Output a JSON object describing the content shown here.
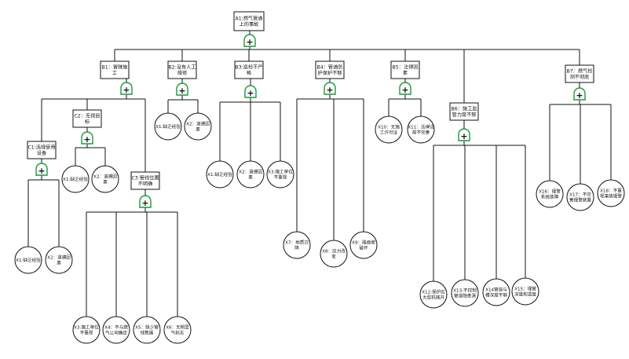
{
  "diagram": {
    "gate_symbol": "+",
    "gate_color": "#1a9a3a",
    "nodes": [
      {
        "id": "A1",
        "kind": "event",
        "label": [
          "A1:燃气管道",
          "上的事故"
        ]
      },
      {
        "id": "B1",
        "kind": "event",
        "label": [
          "B1：冒昧施",
          "工"
        ]
      },
      {
        "id": "B2",
        "kind": "event",
        "label": [
          "B2:没有人工",
          "维修"
        ]
      },
      {
        "id": "B3",
        "kind": "event",
        "label": [
          "B3:巡检不严",
          "格"
        ]
      },
      {
        "id": "B4",
        "kind": "event",
        "label": [
          "B4：管道防",
          "护保护不够"
        ]
      },
      {
        "id": "B5",
        "kind": "event",
        "label": [
          "B5：法律因",
          "素"
        ]
      },
      {
        "id": "B6",
        "kind": "event",
        "label": [
          "B6：施工监",
          "管力度不够"
        ]
      },
      {
        "id": "B7",
        "kind": "event",
        "label": [
          "B7：燃气检",
          "测不彻底"
        ]
      },
      {
        "id": "C1",
        "kind": "event",
        "label": [
          "C1:违规使用",
          "设备"
        ]
      },
      {
        "id": "C2",
        "kind": "event",
        "label": [
          "C2：无视目",
          "标"
        ]
      },
      {
        "id": "C3",
        "kind": "event",
        "label": [
          "C3:管线位置",
          "不明确"
        ]
      },
      {
        "id": "B2_X1",
        "kind": "leaf",
        "label": [
          "X1:缺乏经验"
        ]
      },
      {
        "id": "B2_X2",
        "kind": "leaf",
        "label": [
          "X2：道德因",
          "素"
        ]
      },
      {
        "id": "B3_X1",
        "kind": "leaf",
        "label": [
          "X1:缺乏经验"
        ]
      },
      {
        "id": "B3_X2",
        "kind": "leaf",
        "label": [
          "X2：道德因",
          "素"
        ]
      },
      {
        "id": "B3_X3",
        "kind": "leaf",
        "label": [
          "X3:施工单位",
          "不重视"
        ]
      },
      {
        "id": "X7",
        "kind": "leaf",
        "label": [
          "X7：地质沉",
          "降"
        ]
      },
      {
        "id": "X8",
        "kind": "leaf",
        "label": [
          "X8：应力改",
          "变"
        ]
      },
      {
        "id": "X9",
        "kind": "leaf",
        "label": [
          "X9：路面墩",
          "破坏"
        ]
      },
      {
        "id": "X10",
        "kind": "leaf",
        "label": [
          "X10：无施",
          "工许可证"
        ]
      },
      {
        "id": "X11",
        "kind": "leaf",
        "label": [
          "X11：法律法",
          "规不完善"
        ]
      },
      {
        "id": "X12",
        "kind": "leaf",
        "label": [
          "X12:保护区",
          "大型机械开"
        ]
      },
      {
        "id": "X13",
        "kind": "leaf",
        "label": [
          "X13:不控制",
          "管道隐患源"
        ]
      },
      {
        "id": "X14",
        "kind": "leaf",
        "label": [
          "X14管道与",
          "槽深度不够"
        ]
      },
      {
        "id": "X15",
        "kind": "leaf",
        "label": [
          "X15：埋管",
          "深度和温度"
        ]
      },
      {
        "id": "X16",
        "kind": "leaf",
        "label": [
          "X16：报警",
          "系统故障"
        ]
      },
      {
        "id": "X17",
        "kind": "leaf",
        "label": [
          "X17：不完",
          "善报警装置"
        ]
      },
      {
        "id": "X18",
        "kind": "leaf",
        "label": [
          "X18：不重",
          "视事故报警"
        ]
      },
      {
        "id": "C1_X1",
        "kind": "leaf",
        "label": [
          "X1:缺乏经验"
        ]
      },
      {
        "id": "C1_X2",
        "kind": "leaf",
        "label": [
          "X2：道德因",
          "素"
        ]
      },
      {
        "id": "C2_X1",
        "kind": "leaf",
        "label": [
          "X1:缺乏经验"
        ]
      },
      {
        "id": "C2_X2",
        "kind": "leaf",
        "label": [
          "X2：道德因",
          "素"
        ]
      },
      {
        "id": "C3_X3",
        "kind": "leaf",
        "label": [
          "X3:施工单位",
          "不重视"
        ]
      },
      {
        "id": "C3_X4",
        "kind": "leaf",
        "label": [
          "X4：不与燃",
          "气公司确定"
        ]
      },
      {
        "id": "C3_X5",
        "kind": "leaf",
        "label": [
          "X5：缺少管",
          "线数据"
        ]
      },
      {
        "id": "C3_X6",
        "kind": "leaf",
        "label": [
          "X6：无明显",
          "气标志"
        ]
      }
    ]
  }
}
